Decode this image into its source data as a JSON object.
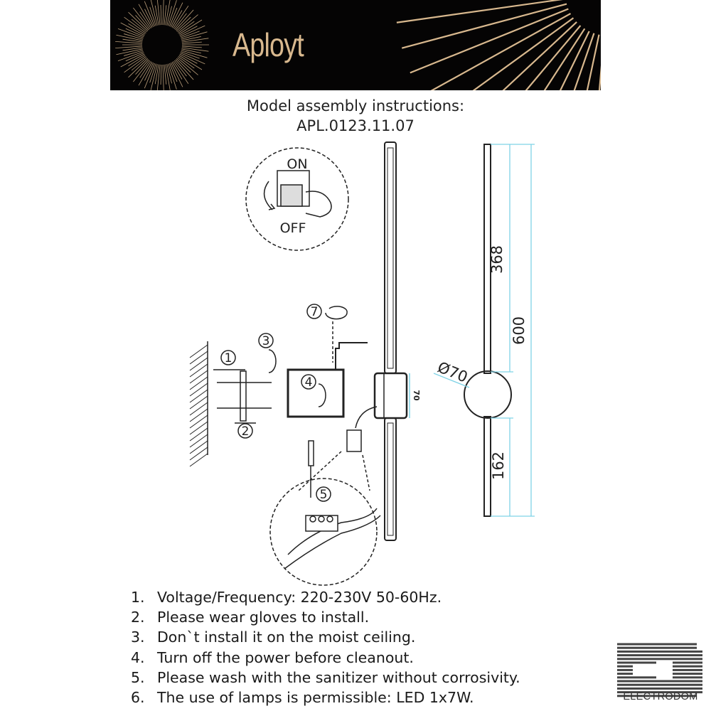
{
  "header": {
    "brand": "Aployt",
    "colors": {
      "background": "#050404",
      "gold": "#d8b88e"
    }
  },
  "title": {
    "line1": "Model assembly instructions:",
    "line2": "APL.0123.11.07"
  },
  "diagram": {
    "switch_on": "ON",
    "switch_off": "OFF",
    "steps": [
      "1",
      "2",
      "3",
      "4",
      "5",
      "7"
    ],
    "mount_height": "70",
    "dim_top": "368",
    "dim_total": "600",
    "dim_bottom": "162",
    "dim_diameter": "Ø70",
    "dimension_color": "#7fd3e6"
  },
  "notes": [
    {
      "num": "1.",
      "text": "Voltage/Frequency: 220-230V 50-60Hz."
    },
    {
      "num": "2.",
      "text": "Please wear gloves to install."
    },
    {
      "num": "3.",
      "text": "Don`t install it on the moist ceiling."
    },
    {
      "num": "4.",
      "text": "Turn off the power before cleanout."
    },
    {
      "num": "5.",
      "text": "Please wash with the sanitizer without corrosivity."
    },
    {
      "num": "6.",
      "text": "The use of lamps is permissible: LED 1x7W."
    }
  ],
  "watermark": {
    "name": "ELECTRODOM"
  }
}
